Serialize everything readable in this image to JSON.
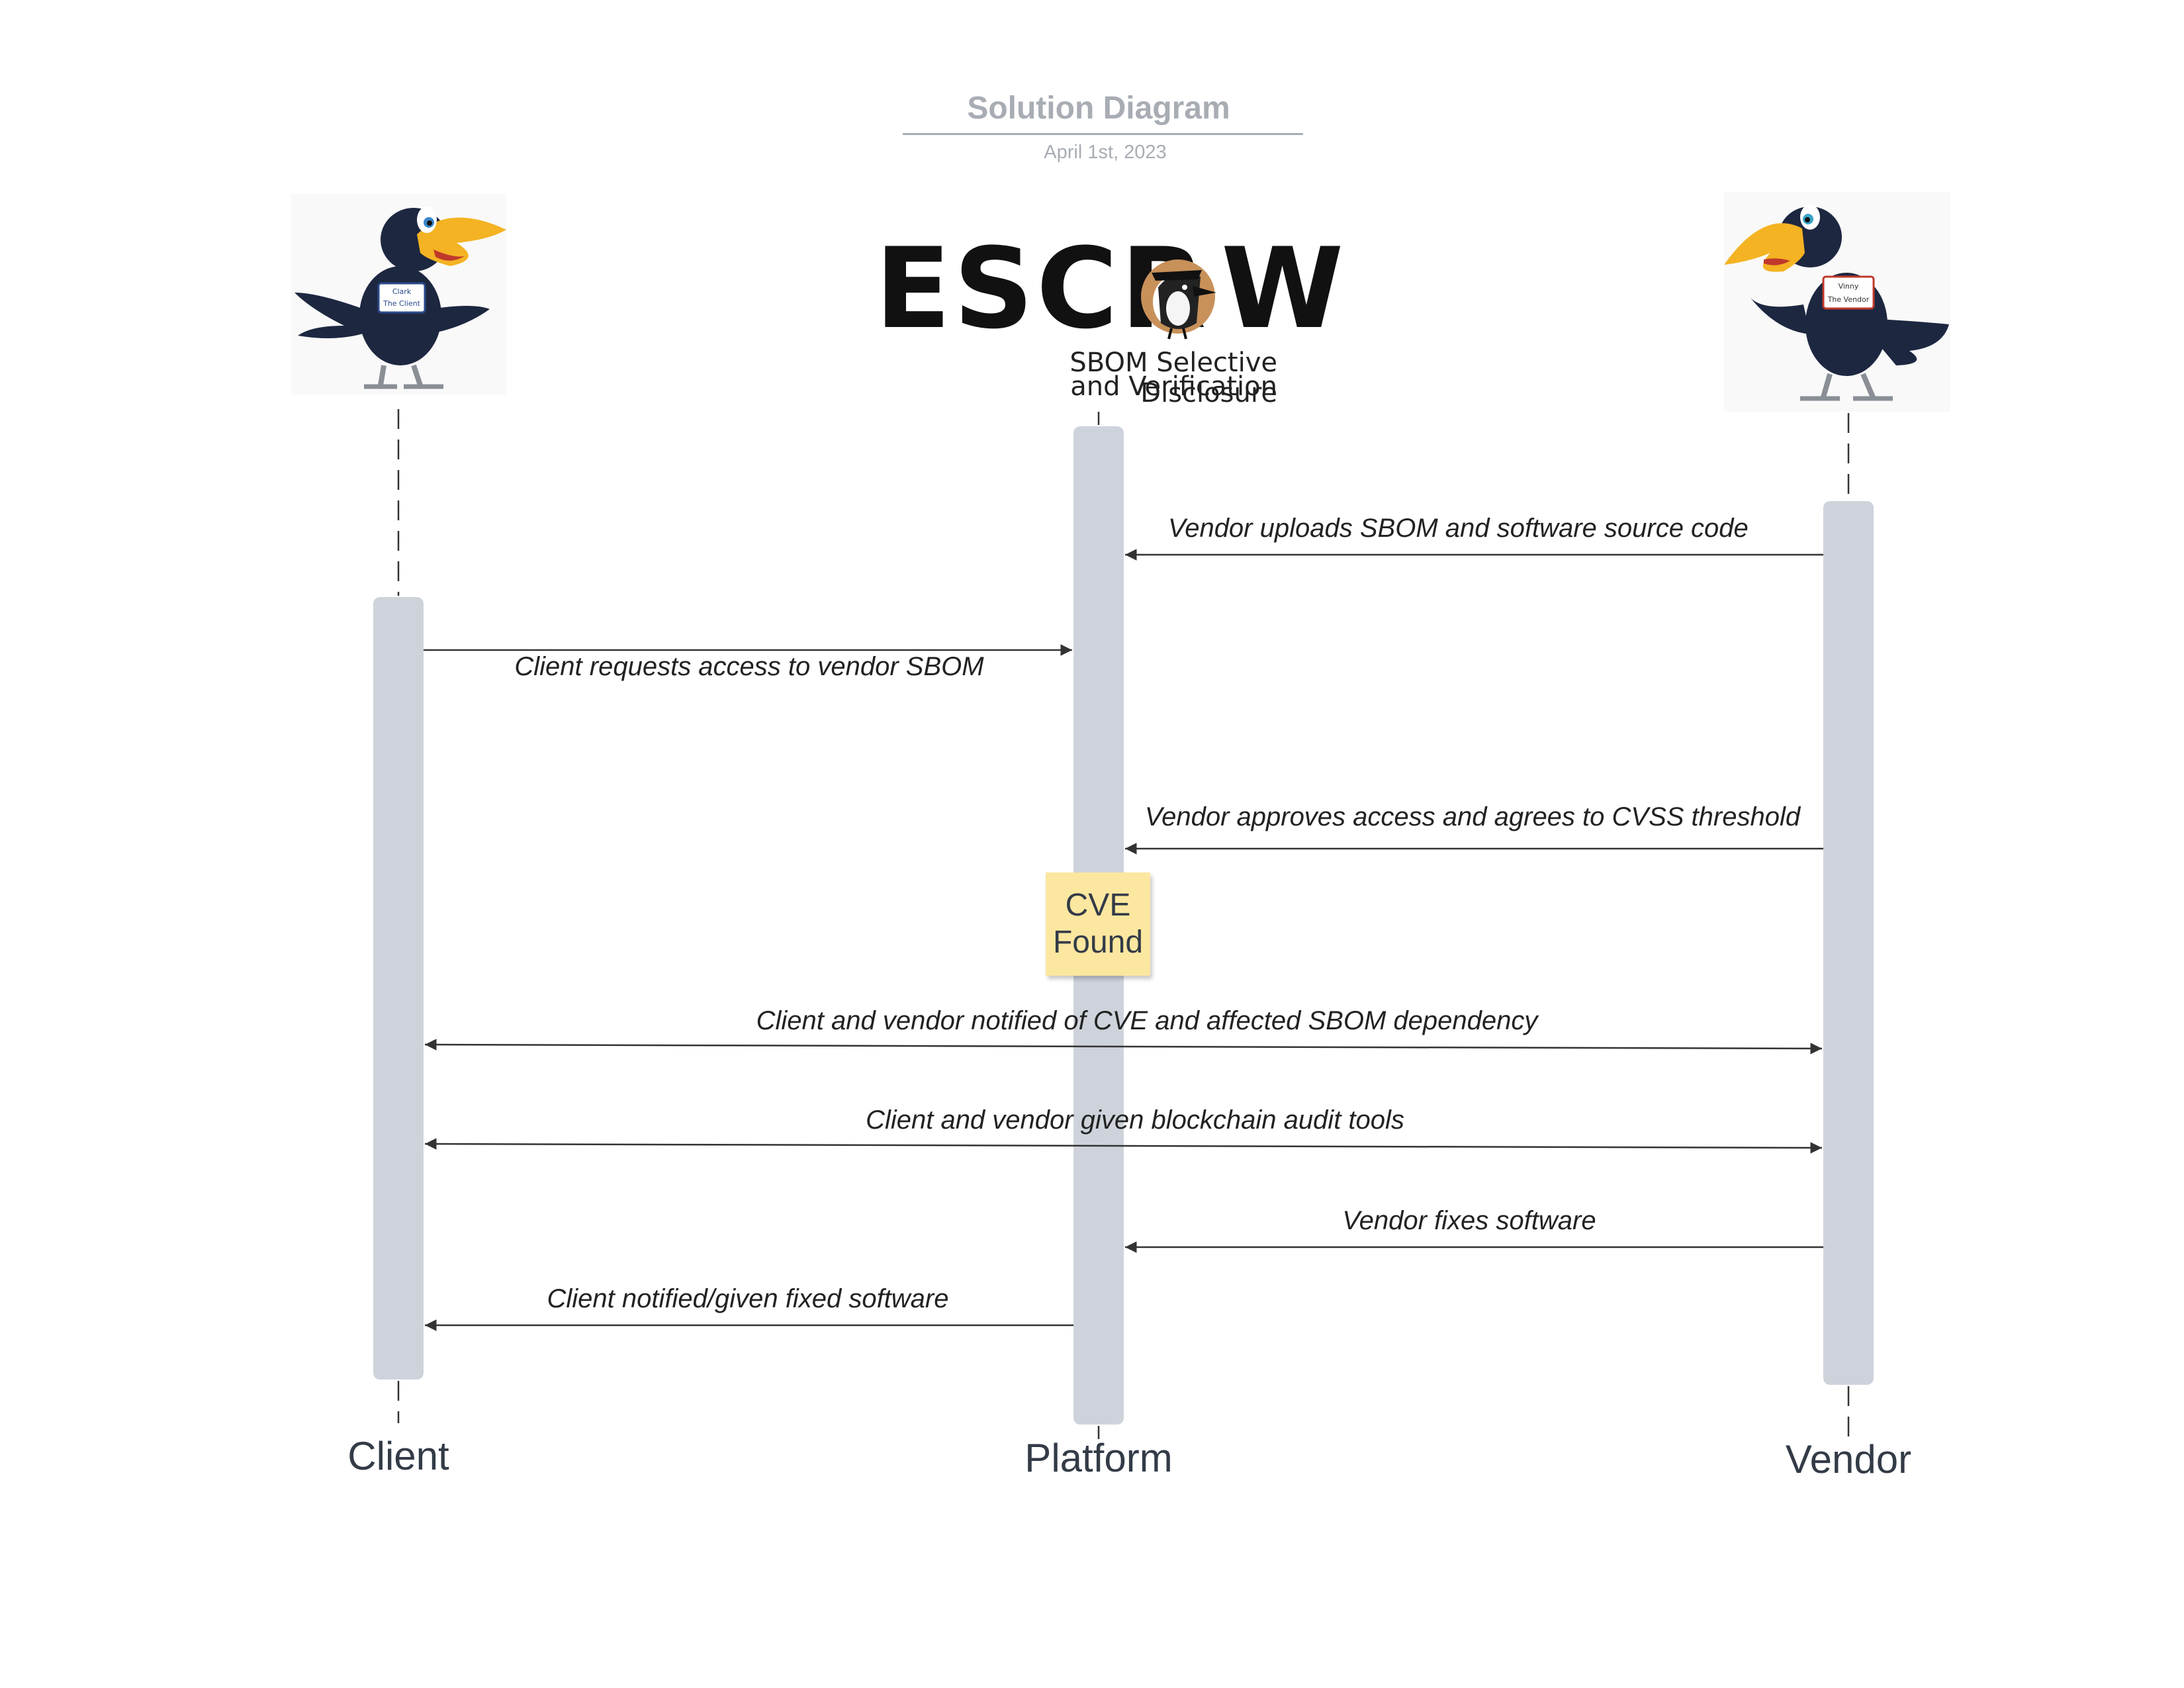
{
  "title": "Solution Diagram",
  "date": "April 1st, 2023",
  "logo": {
    "word_left": "ESCR",
    "word_right": "W",
    "subtitle_line1": "SBOM Selective Disclosure",
    "subtitle_line2": "and Verification"
  },
  "actors": {
    "client": {
      "label": "Client",
      "badge_name": "Clark",
      "badge_role": "The Client"
    },
    "platform": {
      "label": "Platform"
    },
    "vendor": {
      "label": "Vendor",
      "badge_name": "Vinny",
      "badge_role": "The Vendor"
    }
  },
  "note": {
    "line1": "CVE",
    "line2": "Found",
    "color": "#fce7a0"
  },
  "messages": [
    {
      "from": "vendor",
      "to": "platform",
      "label": "Vendor uploads SBOM and software source code"
    },
    {
      "from": "client",
      "to": "platform",
      "label": "Client requests access to vendor SBOM"
    },
    {
      "from": "vendor",
      "to": "platform",
      "label": "Vendor approves access and agrees to CVSS threshold"
    },
    {
      "from": "platform",
      "to": "client,vendor",
      "label": "Client and vendor notified of CVE and affected SBOM dependency"
    },
    {
      "from": "platform",
      "to": "client,vendor",
      "label": "Client and vendor given blockchain audit tools"
    },
    {
      "from": "vendor",
      "to": "platform",
      "label": "Vendor fixes software"
    },
    {
      "from": "platform",
      "to": "client",
      "label": "Client notified/given fixed software"
    }
  ],
  "colors": {
    "activation": "#ced3db",
    "title": "#a8adb4",
    "mascot_body": "#1d2740",
    "beak": "#f4b323",
    "logo_accent": "#c8915a"
  }
}
